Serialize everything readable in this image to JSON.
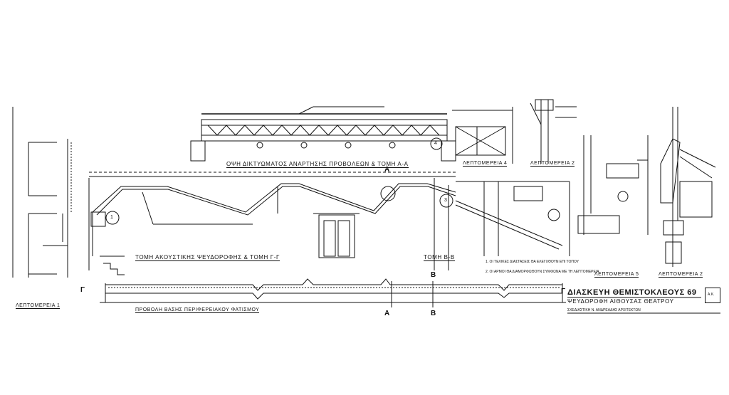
{
  "drawing": {
    "title": "ΔΙΑΣΚΕΥΗ ΘΕΜΙΣΤΟΚΛΕΟΥΣ 69",
    "subtitle": "ΨΕΥΔΟΡΟΦΗ ΑΙΘΟΥΣΑΣ ΘΕΑΤΡΟΥ",
    "sheet_code": "Α.Κ.",
    "architect_line": "ΣΧΕΔΙΑΣΤΙΚΗ Ν. ΑΝΔΡΕΑΔΗΣ ΑΡΧΙΤΕΚΤΩΝ"
  },
  "views": {
    "section_aa": "ΟΨΗ ΔΙΚΤΥΩΜΑΤΟΣ ΑΝΑΡΤΗΣΗΣ ΠΡΟΒΟΛΕΩΝ & ΤΟΜΗ Α-Α",
    "section_gg": "ΤΟΜΗ ΑΚΟΥΣΤΙΚΗΣ ΨΕΥΔΟΡΟΦΗΣ & ΤΟΜΗ Γ-Γ",
    "section_bb": "ΤΟΜΗ Β-Β",
    "plan": "ΠΡΟΒΟΛΗ ΒΑΣΗΣ ΠΕΡΙΦΕΡΕΙΑΚΟΥ ΦΑΤΙΣΜΟΥ",
    "detail_1": "ΛΕΠΤΟΜΕΡΕΙΑ 1",
    "detail_2": "ΛΕΠΤΟΜΕΡΕΙΑ 2",
    "detail_4": "ΛΕΠΤΟΜΕΡΕΙΑ 4",
    "detail_5": "ΛΕΠΤΟΜΕΡΕΙΑ 5",
    "detail_b": "ΛΕΠΤΟΜΕΡΕΙΑ 2"
  },
  "markers": {
    "aa": "Α",
    "a_bottom": "Α",
    "b_top": "Β",
    "b_bottom": "Β",
    "g_left": "Γ",
    "g_right": "Γ",
    "callout_1": "1",
    "callout_3": "3",
    "callout_4": "4"
  },
  "notes": {
    "note_1": "1. ΟΙ ΤΕΛΙΚΕΣ ΔΙΑΣΤΑΣΕΙΣ ΘΑ ΕΛΕΓΧΘΟΥΝ ΕΠΙ ΤΟΠΟΥ",
    "note_2": "2. ΟΙ ΑΡΜΟΙ ΘΑ ΔΙΑΜΟΡΦΩΘΟΥΝ ΣΥΜΦΩΝΑ ΜΕ ΤΗ ΛΕΠΤΟΜΕΡΕΙΑ"
  },
  "colors": {
    "ink": "#111111",
    "paper": "#ffffff"
  }
}
